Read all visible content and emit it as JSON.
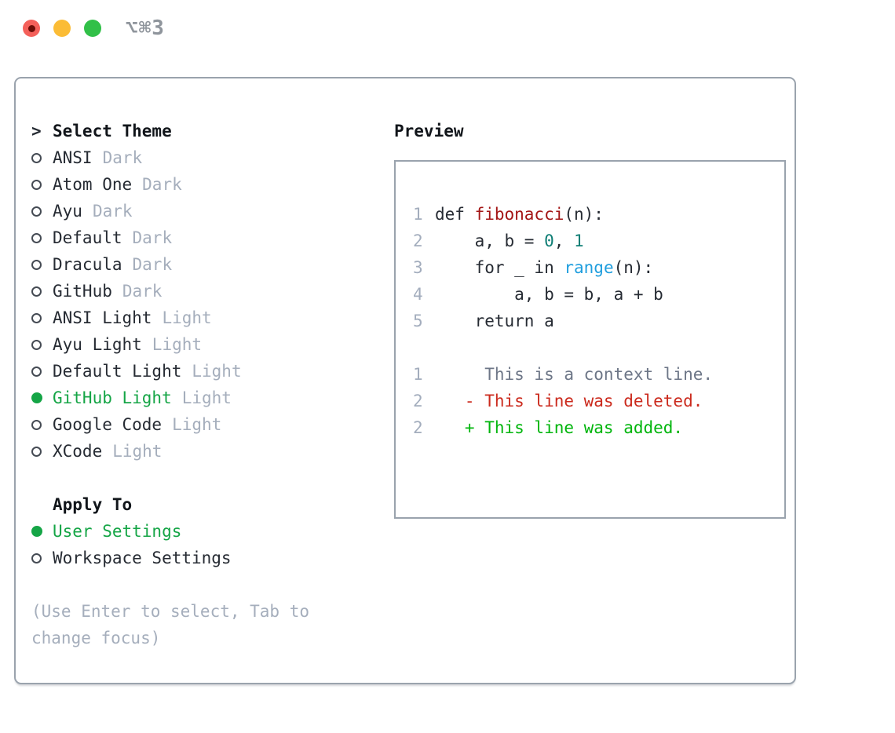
{
  "window": {
    "title": "⌥⌘3",
    "traffic_lights": [
      "close",
      "minimize",
      "zoom"
    ]
  },
  "theme_panel": {
    "header_prefix": ">",
    "header": "Select Theme",
    "items": [
      {
        "label": "ANSI",
        "tag": "Dark",
        "selected": false
      },
      {
        "label": "Atom One",
        "tag": "Dark",
        "selected": false
      },
      {
        "label": "Ayu",
        "tag": "Dark",
        "selected": false
      },
      {
        "label": "Default",
        "tag": "Dark",
        "selected": false
      },
      {
        "label": "Dracula",
        "tag": "Dark",
        "selected": false
      },
      {
        "label": "GitHub",
        "tag": "Dark",
        "selected": false
      },
      {
        "label": "ANSI Light",
        "tag": "Light",
        "selected": false
      },
      {
        "label": "Ayu Light",
        "tag": "Light",
        "selected": false
      },
      {
        "label": "Default Light",
        "tag": "Light",
        "selected": false
      },
      {
        "label": "GitHub Light",
        "tag": "Light",
        "selected": true
      },
      {
        "label": "Google Code",
        "tag": "Light",
        "selected": false
      },
      {
        "label": "XCode",
        "tag": "Light",
        "selected": false
      }
    ],
    "apply_to": {
      "header": "Apply To",
      "options": [
        {
          "label": "User Settings",
          "selected": true
        },
        {
          "label": "Workspace Settings",
          "selected": false
        }
      ]
    },
    "help_text": "(Use Enter to select, Tab to change focus)"
  },
  "preview": {
    "header": "Preview",
    "code_lines": [
      {
        "num": "1",
        "tokens": [
          {
            "text": "def ",
            "style": "plain"
          },
          {
            "text": "fibonacci",
            "style": "function"
          },
          {
            "text": "(n):",
            "style": "plain"
          }
        ]
      },
      {
        "num": "2",
        "tokens": [
          {
            "text": "    a, b = ",
            "style": "plain"
          },
          {
            "text": "0",
            "style": "number"
          },
          {
            "text": ", ",
            "style": "plain"
          },
          {
            "text": "1",
            "style": "number"
          }
        ]
      },
      {
        "num": "3",
        "tokens": [
          {
            "text": "    for _ in ",
            "style": "plain"
          },
          {
            "text": "range",
            "style": "builtin"
          },
          {
            "text": "(n):",
            "style": "plain"
          }
        ]
      },
      {
        "num": "4",
        "tokens": [
          {
            "text": "        a, b = b, a + b",
            "style": "plain"
          }
        ]
      },
      {
        "num": "5",
        "tokens": [
          {
            "text": "    return a",
            "style": "plain"
          }
        ]
      }
    ],
    "diff_lines": [
      {
        "num": "1",
        "text": "     This is a context line.",
        "type": "context"
      },
      {
        "num": "2",
        "text": "   - This line was deleted.",
        "type": "deleted"
      },
      {
        "num": "2",
        "text": "   + This line was added.",
        "type": "added"
      }
    ]
  },
  "colors": {
    "accent_green": "#15a546",
    "diff_added": "#00b50c",
    "diff_deleted": "#cb2a1d",
    "function_red": "#a31515",
    "number_teal": "#0e7e75",
    "builtin_blue": "#1f9ede",
    "muted_gray": "#a5aebc",
    "panel_border": "#9aa3ad",
    "traffic_red": "#f4605a",
    "traffic_yellow": "#fbbc36",
    "traffic_green": "#31c048"
  }
}
